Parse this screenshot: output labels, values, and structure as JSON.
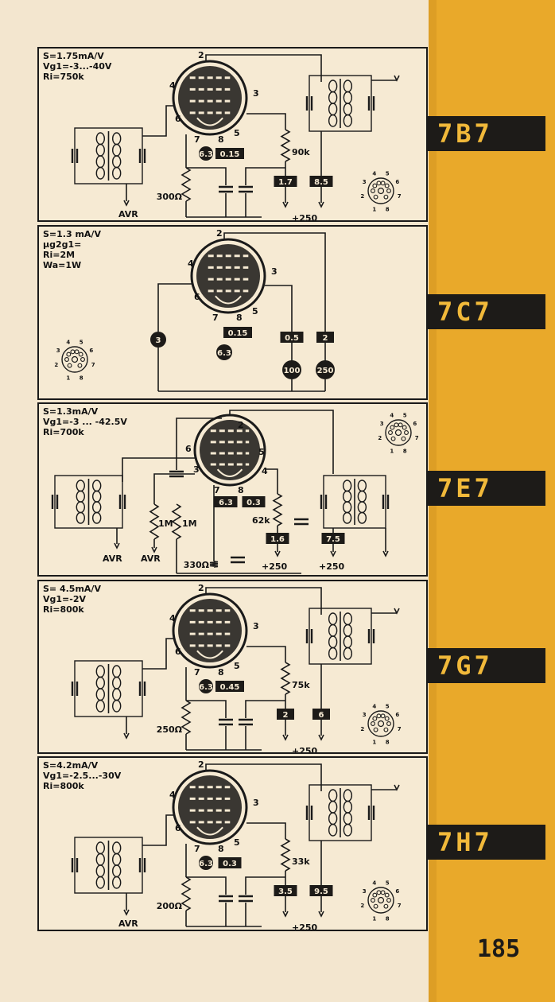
{
  "page_number": "185",
  "tubes": [
    {
      "type": "7B7",
      "specs": [
        "S=1.75mA/V",
        "Vg1=-3...-40V",
        "Ri=750k"
      ],
      "labels": {
        "heater_v": "6.3",
        "heater_a": "0.15",
        "anode_current": "8.5",
        "screen_current": "1.7",
        "screen_resistor": "90k",
        "cathode_resistor": "300Ω",
        "supply": "+250",
        "agc": "AVR"
      }
    },
    {
      "type": "7C7",
      "specs": [
        "S=1.3 mA/V",
        "μg2g1=",
        "Ri=2M",
        "Wa=1W"
      ],
      "labels": {
        "heater_v": "6.3",
        "heater_a": "0.15",
        "grid_v": "3",
        "screen_current": "0.5",
        "anode_current": "2",
        "screen_v": "100",
        "anode_v": "250"
      }
    },
    {
      "type": "7E7",
      "specs": [
        "S=1.3mA/V",
        "Vg1=-3 ... -42.5V",
        "Ri=700k"
      ],
      "labels": {
        "heater_v": "6.3",
        "heater_a": "0.3",
        "screen_current": "1.6",
        "anode_current": "7.5",
        "screen_resistor": "62k",
        "cathode_resistor": "330Ω",
        "diode_r1": "1M",
        "diode_r2": "1M",
        "supply": "+250",
        "agc": "AVR"
      }
    },
    {
      "type": "7G7",
      "specs": [
        "S= 4.5mA/V",
        "Vg1=-2V",
        "Ri=800k"
      ],
      "labels": {
        "heater_v": "6.3",
        "heater_a": "0.45",
        "screen_current": "2",
        "anode_current": "6",
        "screen_resistor": "75k",
        "cathode_resistor": "250Ω",
        "supply": "+250"
      }
    },
    {
      "type": "7H7",
      "specs": [
        "S=4.2mA/V",
        "Vg1=-2.5...-30V",
        "Ri=800k"
      ],
      "labels": {
        "heater_v": "6.3",
        "heater_a": "0.3",
        "screen_current": "3.5",
        "anode_current": "9.5",
        "screen_resistor": "33k",
        "cathode_resistor": "200Ω",
        "supply": "+250",
        "agc": "AVR"
      }
    }
  ],
  "socket_pins": [
    "1",
    "2",
    "3",
    "4",
    "5",
    "6",
    "7",
    "8"
  ]
}
